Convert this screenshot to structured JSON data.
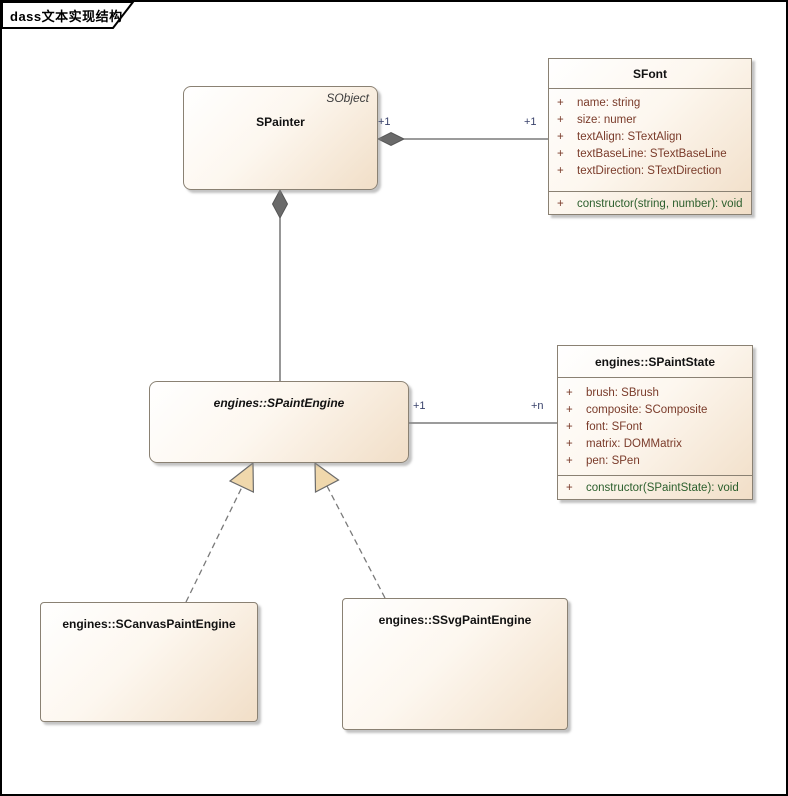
{
  "frame": {
    "label": "dass文本实现结构"
  },
  "classes": {
    "spainter": {
      "stereotype": "SObject",
      "name": "SPainter"
    },
    "sfont": {
      "name": "SFont",
      "attributes": [
        {
          "vis": "+",
          "text": "name: string"
        },
        {
          "vis": "+",
          "text": "size: numer"
        },
        {
          "vis": "+",
          "text": "textAlign: STextAlign"
        },
        {
          "vis": "+",
          "text": "textBaseLine: STextBaseLine"
        },
        {
          "vis": "+",
          "text": "textDirection: STextDirection"
        }
      ],
      "operations": [
        {
          "vis": "+",
          "text": "constructor(string, number): void"
        }
      ]
    },
    "spaintengine": {
      "name": "engines::SPaintEngine"
    },
    "spaintstate": {
      "name": "engines::SPaintState",
      "attributes": [
        {
          "vis": "+",
          "text": "brush: SBrush"
        },
        {
          "vis": "+",
          "text": "composite: SComposite"
        },
        {
          "vis": "+",
          "text": "font: SFont"
        },
        {
          "vis": "+",
          "text": "matrix: DOMMatrix"
        },
        {
          "vis": "+",
          "text": "pen: SPen"
        }
      ],
      "operations": [
        {
          "vis": "+",
          "text": "constructor(SPaintState): void"
        }
      ]
    },
    "scanvaspaintengine": {
      "name": "engines::SCanvasPaintEngine"
    },
    "ssvgpaintengine": {
      "name": "engines::SSvgPaintEngine"
    }
  },
  "connectors": {
    "painter_font": {
      "type": "composition",
      "source_label": "+1",
      "target_label": "+1"
    },
    "painter_engine": {
      "type": "composition"
    },
    "engine_state": {
      "type": "association",
      "source_label": "+1",
      "target_label": "+n"
    },
    "canvas_generalization": {
      "type": "generalization-dashed"
    },
    "svg_generalization": {
      "type": "generalization-dashed"
    }
  },
  "colors": {
    "box_border": "#8A8173",
    "box_gradient_end": "#F1DEC7",
    "attribute_text": "#7A3B2A",
    "operation_text": "#2C5F2D",
    "multiplicity_text": "#39426B",
    "line": "#5F5F5F",
    "arrowhead_fill": "#F0D8AC"
  }
}
